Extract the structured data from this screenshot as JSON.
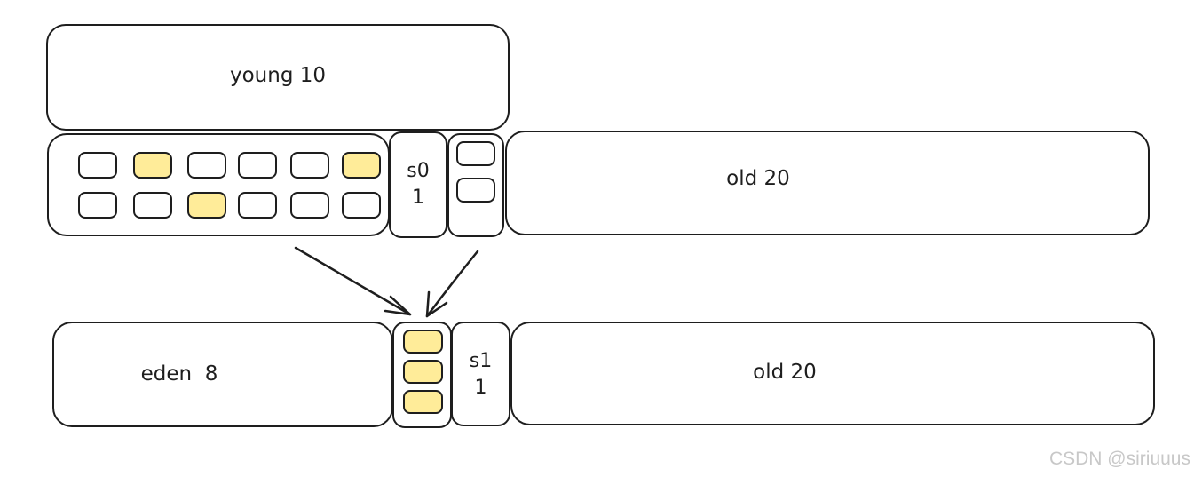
{
  "before": {
    "young_label": "young 10",
    "eden_cells": [
      {
        "filled": false
      },
      {
        "filled": true
      },
      {
        "filled": false
      },
      {
        "filled": false
      },
      {
        "filled": false
      },
      {
        "filled": true
      },
      {
        "filled": false
      },
      {
        "filled": false
      },
      {
        "filled": true
      },
      {
        "filled": false
      },
      {
        "filled": false
      },
      {
        "filled": false
      }
    ],
    "s0_name": "s0",
    "s0_size": "1",
    "s1_cells": [
      {
        "filled": false
      },
      {
        "filled": false
      }
    ],
    "old_label": "old 20"
  },
  "after": {
    "eden_label": "eden  8",
    "s0_cells": [
      {
        "filled": true
      },
      {
        "filled": true
      },
      {
        "filled": true
      }
    ],
    "s1_name": "s1",
    "s1_size": "1",
    "old_label": "old 20"
  },
  "colors": {
    "stroke": "#1e1e1e",
    "object_fill": "#ffec99"
  },
  "watermark": "CSDN @siriuuus"
}
